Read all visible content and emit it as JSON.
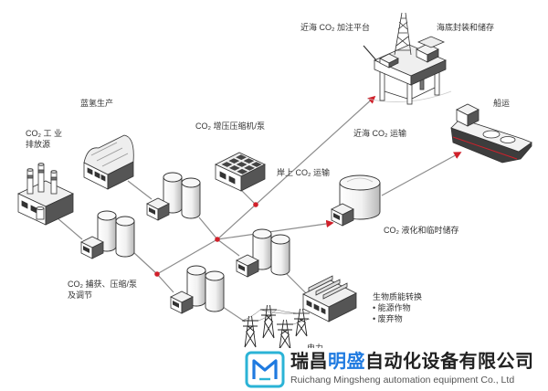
{
  "labels": {
    "offshore_injection_platform": "近海 CO₂ 加注平台",
    "seabed_storage": "海底封装和储存",
    "blue_hydrogen": "蓝氢生产",
    "shipping": "船运",
    "industrial_source_line1": "CO₂ 工 业",
    "industrial_source_line2": "排放源",
    "compressor_pump": "CO₂ 增压压缩机/泵",
    "offshore_transport": "近海 CO₂ 运输",
    "onshore_transport": "岸上 CO₂ 运输",
    "liquefaction_storage": "CO₂ 液化和临时储存",
    "capture_line1": "CO₂ 捕获、压缩/泵",
    "capture_line2": "及调节",
    "biomass_title": "生物质能转换",
    "biomass_item1": "• 能源作物",
    "biomass_item2": "• 废弃物",
    "power": "电力"
  },
  "watermark": {
    "company_part1": "瑞昌",
    "company_highlight": "明盛",
    "company_part2": "自动化设备有限公司",
    "company_en": "Ruichang Mingsheng automation equipment Co., Ltd",
    "logo_icon": "company-logo-icon"
  },
  "colors": {
    "flow_accent_red": "#d0202a",
    "connector_gray": "#8c8c8c",
    "brand_blue": "#1f7ae0",
    "logo_teal": "#2bb3d6"
  }
}
